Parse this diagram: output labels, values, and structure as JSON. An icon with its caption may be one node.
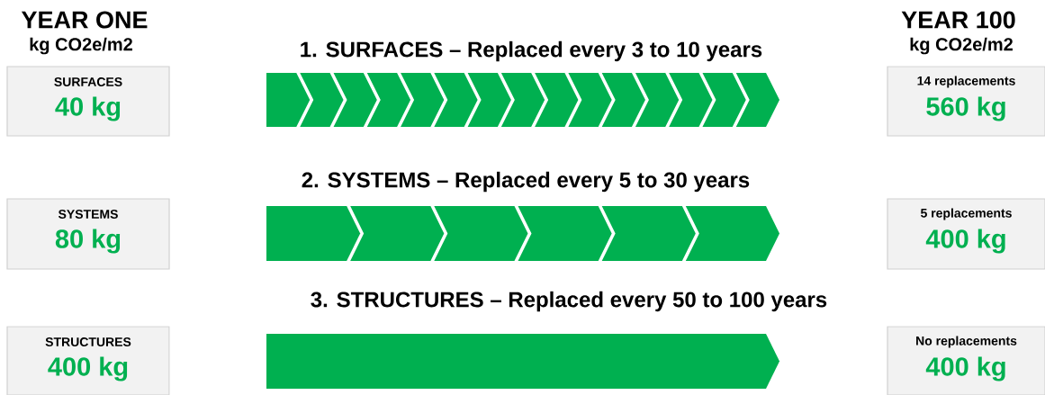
{
  "diagram": {
    "nodes": [
      {
        "text": [
          "SURFACES",
          "40 kg"
        ]
      },
      {
        "text": [
          "1. SURFACES – Replaced every 3 to 10 years"
        ]
      },
      {
        "text": [
          "14 replacements",
          "560 kg"
        ]
      },
      {
        "text": [
          "SYSTEMS",
          "80 kg"
        ]
      },
      {
        "text": [
          "2. SYSTEMS – Replaced every 5 to 30 years"
        ]
      },
      {
        "text": [
          "5 replacements",
          "400 kg"
        ]
      },
      {
        "text": [
          "STRUCTURES",
          "400 kg"
        ]
      },
      {
        "text": [
          "3. STRUCTURES – Replaced every 50 to 100 years"
        ]
      },
      {
        "text": [
          "No replacements",
          "400 kg"
        ]
      }
    ],
    "labels": [
      "YEAR ONE",
      "kg CO2e/m2",
      "YEAR 100",
      "kg CO2e/m2"
    ]
  }
}
